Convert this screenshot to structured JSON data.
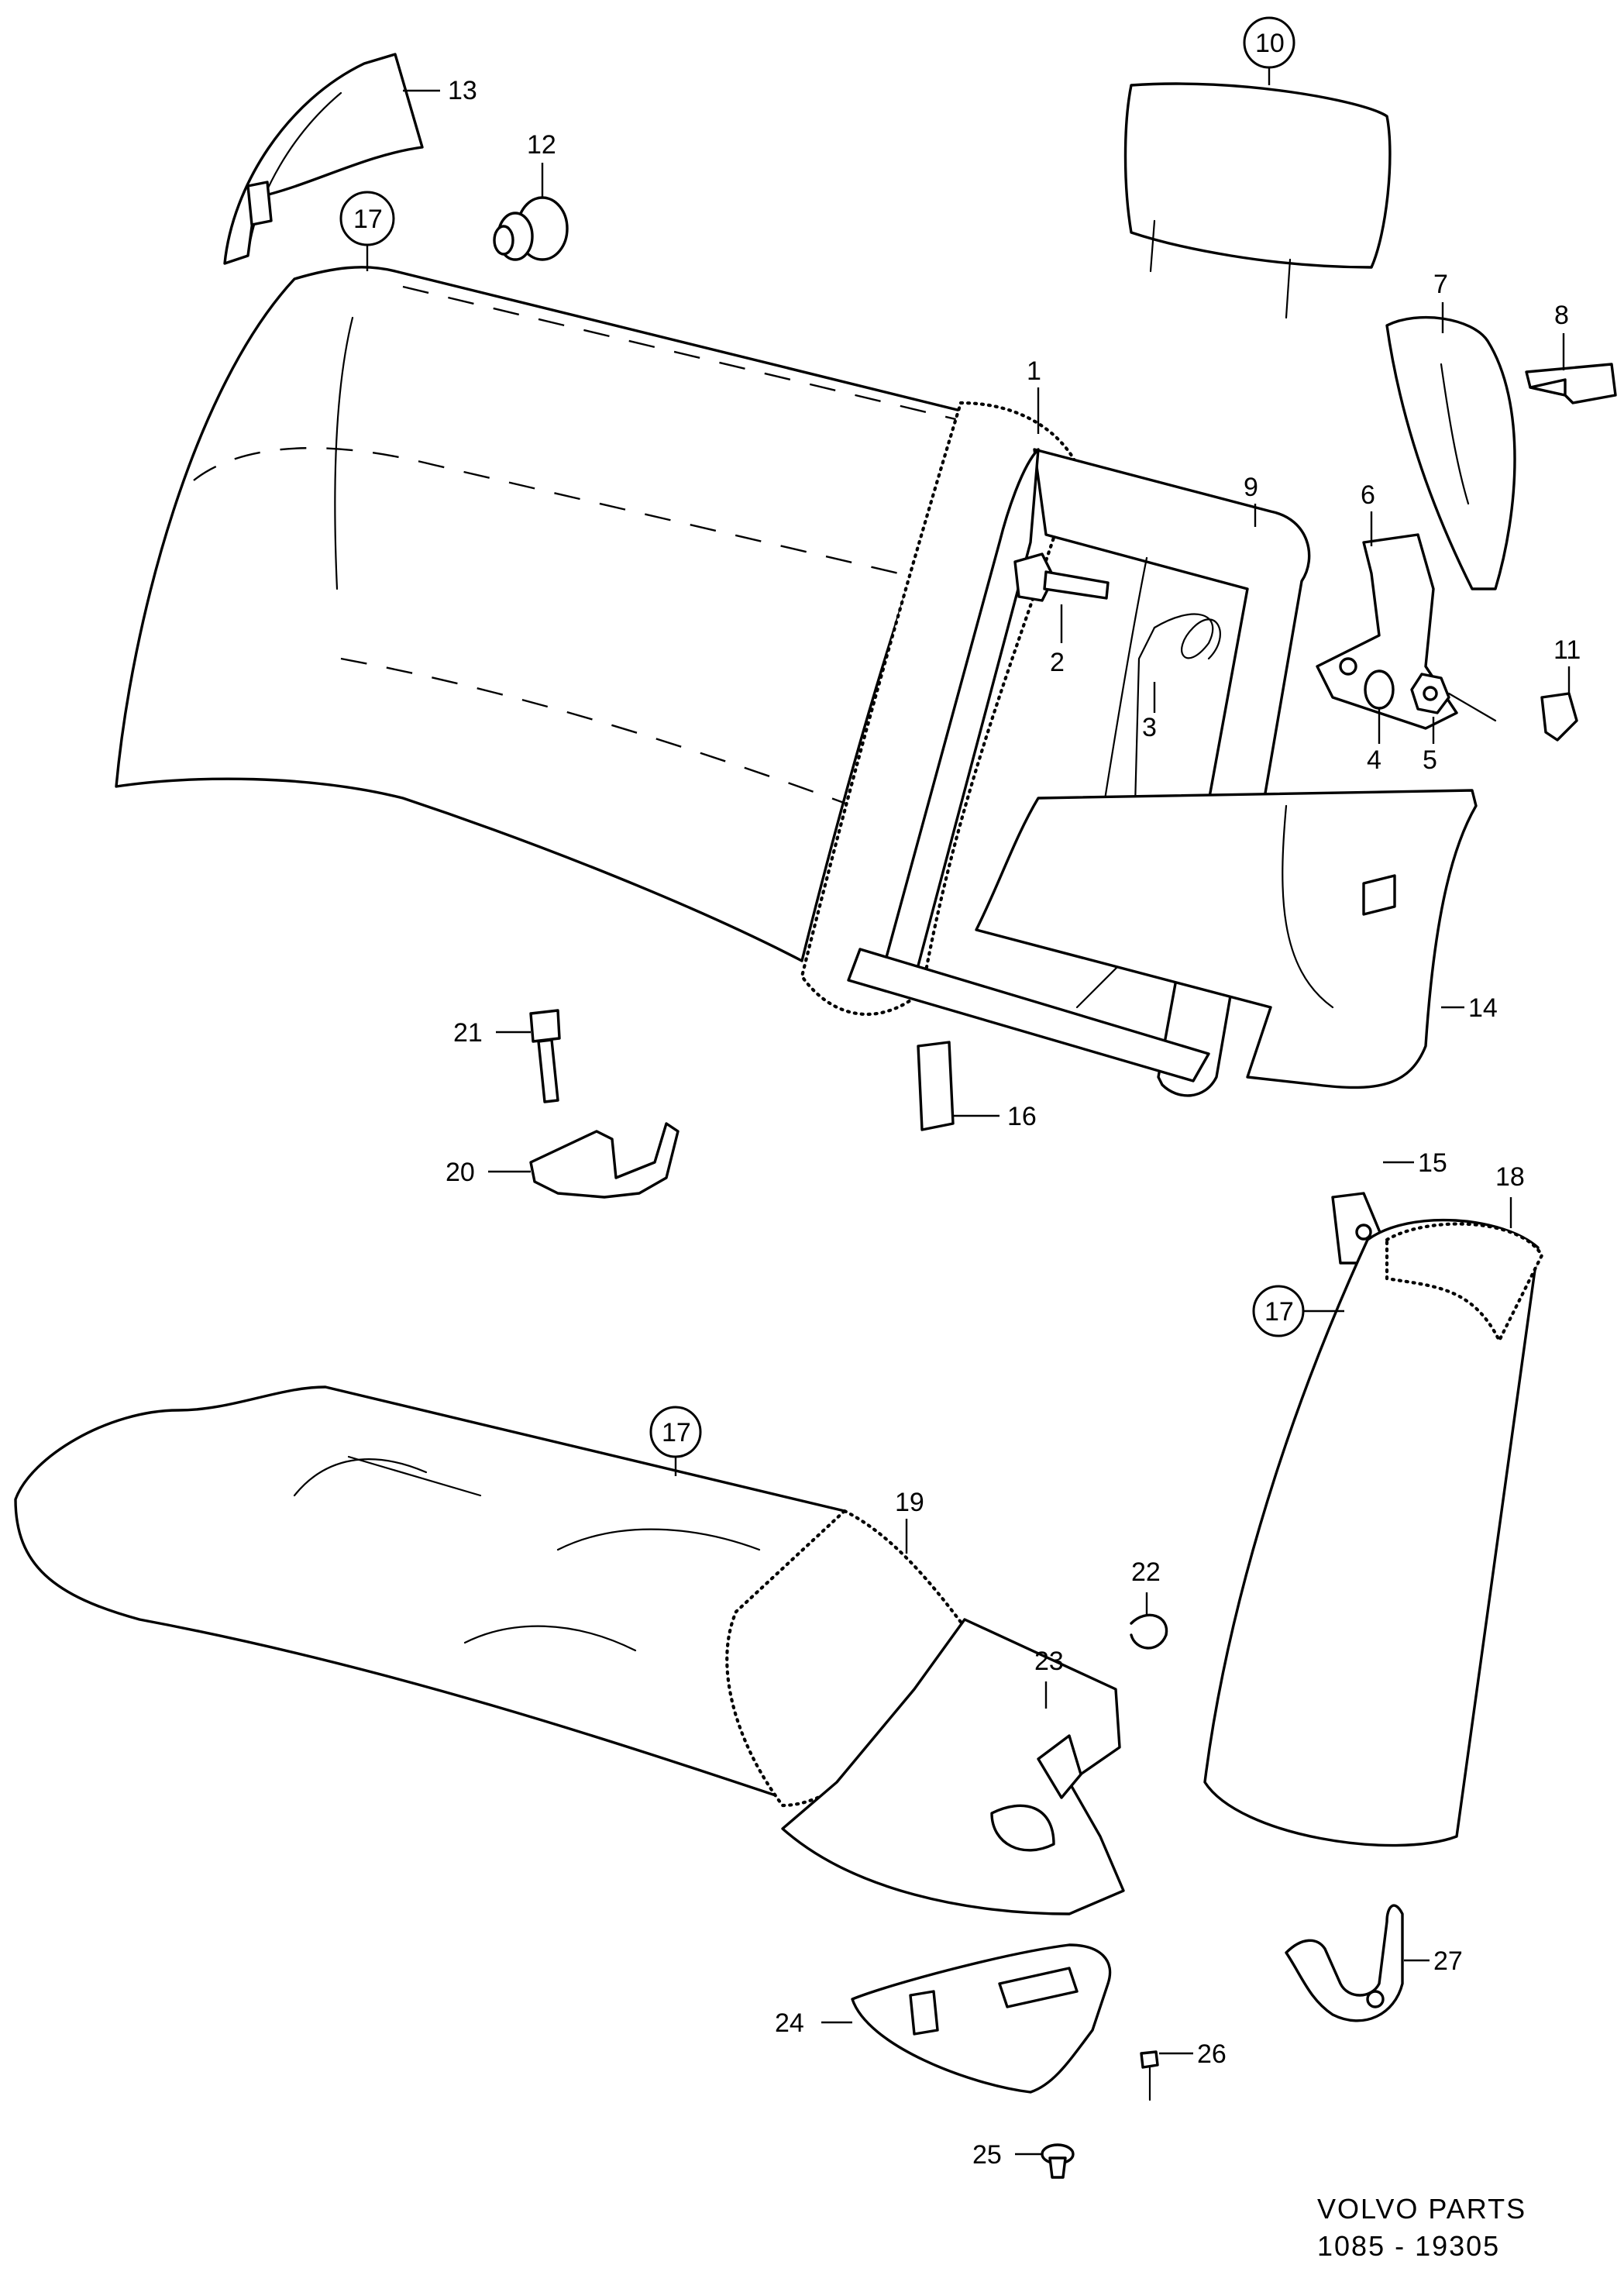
{
  "callouts": {
    "n1": "1",
    "n2": "2",
    "n3": "3",
    "n4": "4",
    "n5": "5",
    "n6": "6",
    "n7": "7",
    "n8": "8",
    "n9": "9",
    "n10": "10",
    "n11": "11",
    "n12": "12",
    "n13": "13",
    "n14": "14",
    "n15": "15",
    "n16": "16",
    "n17": "17",
    "n18": "18",
    "n19": "19",
    "n20": "20",
    "n21": "21",
    "n22": "22",
    "n23": "23",
    "n24": "24",
    "n25": "25",
    "n26": "26",
    "n27": "27"
  },
  "caption": {
    "line1": "VOLVO PARTS",
    "line2": "1085 - 19305"
  }
}
